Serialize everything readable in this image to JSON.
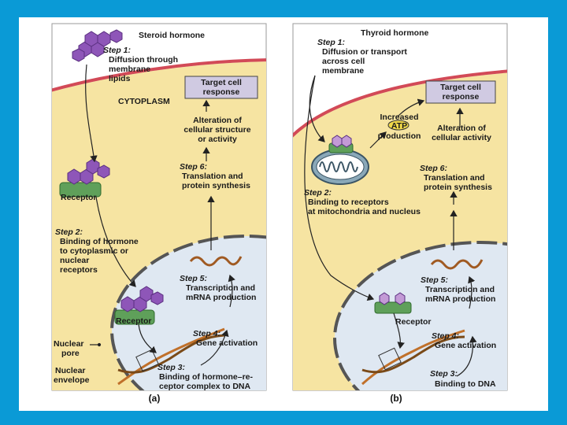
{
  "panel_a": {
    "title": "Steroid hormone",
    "step1_head": "Step 1:",
    "step1_lines": [
      "Diffusion through",
      "membrane",
      "lipids"
    ],
    "cytoplasm": "CYTOPLASM",
    "target_lines": [
      "Target cell",
      "response"
    ],
    "alteration_lines": [
      "Alteration of",
      "cellular structure",
      "or activity"
    ],
    "step6_head": "Step 6:",
    "step6_lines": [
      "Translation and",
      "protein synthesis"
    ],
    "receptor": "Receptor",
    "step2_head": "Step 2:",
    "step2_lines": [
      "Binding of hormone",
      "to cytoplasmic or",
      "nuclear",
      "receptors"
    ],
    "step5_head": "Step 5:",
    "step5_lines": [
      "Transcription and",
      "mRNA production"
    ],
    "receptor2": "Receptor",
    "step4_head": "Step 4:",
    "step4_lines": [
      "Gene activation"
    ],
    "nuclear_pore_lines": [
      "Nuclear",
      "pore"
    ],
    "nuclear_envelope_lines": [
      "Nuclear",
      "envelope"
    ],
    "step3_head": "Step 3:",
    "step3_lines": [
      "Binding of hormone–re-",
      "ceptor complex to DNA"
    ],
    "caption": "(a)"
  },
  "panel_b": {
    "title": "Thyroid hormone",
    "step1_head": "Step 1:",
    "step1_lines": [
      "Diffusion or transport",
      "across cell",
      "membrane"
    ],
    "target_lines": [
      "Target cell",
      "response"
    ],
    "increased_lines": [
      "Increased",
      "ATP",
      "production"
    ],
    "alteration_lines": [
      "Alteration of",
      "cellular activity"
    ],
    "step6_head": "Step 6:",
    "step6_lines": [
      "Translation and",
      "protein synthesis"
    ],
    "step2_head": "Step 2:",
    "step2_lines": [
      "Binding to receptors",
      "at mitochondria and nucleus"
    ],
    "step5_head": "Step 5:",
    "step5_lines": [
      "Transcription and",
      "mRNA production"
    ],
    "receptor": "Receptor",
    "step4_head": "Step 4:",
    "step4_lines": [
      "Gene activation"
    ],
    "step3_head": "Step 3:",
    "step3_lines": [
      "Binding to DNA"
    ],
    "caption": "(b)"
  },
  "colors": {
    "background": "#0a9ad6",
    "cytoplasm": "#f6e4a2",
    "membrane": "#d24a57",
    "nucleus": "#dfe8f2",
    "hormone": "#8e56b8",
    "receptor": "#5fa05a",
    "target_box": "#d0cae2"
  }
}
